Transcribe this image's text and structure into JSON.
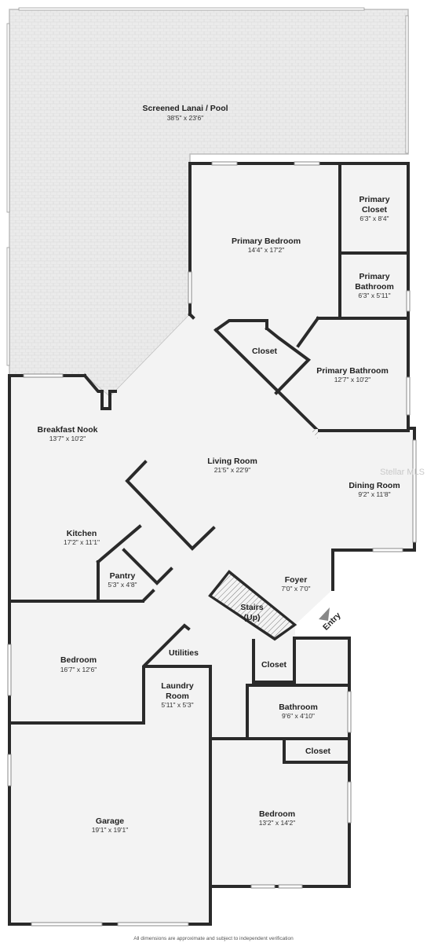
{
  "rooms": {
    "lanai": {
      "name": "Screened Lanai / Pool",
      "dims": "38'5\" x 23'6\""
    },
    "primary_bedroom": {
      "name": "Primary Bedroom",
      "dims": "14'4\" x 17'2\""
    },
    "primary_closet": {
      "name1": "Primary",
      "name2": "Closet",
      "dims": "6'3\" x 8'4\""
    },
    "primary_bath_small": {
      "name1": "Primary",
      "name2": "Bathroom",
      "dims": "6'3\" x 5'11\""
    },
    "closet_primary": {
      "name": "Closet"
    },
    "primary_bathroom": {
      "name": "Primary Bathroom",
      "dims": "12'7\" x 10'2\""
    },
    "breakfast_nook": {
      "name": "Breakfast Nook",
      "dims": "13'7\" x 10'2\""
    },
    "living_room": {
      "name": "Living Room",
      "dims": "21'5\" x 22'9\""
    },
    "dining_room": {
      "name": "Dining Room",
      "dims": "9'2\" x 11'8\""
    },
    "kitchen": {
      "name": "Kitchen",
      "dims": "17'2\" x 11'1\""
    },
    "pantry": {
      "name": "Pantry",
      "dims": "5'3\" x 4'8\""
    },
    "foyer": {
      "name": "Foyer",
      "dims": "7'0\" x 7'0\""
    },
    "stairs": {
      "name1": "Stairs",
      "name2": "(Up)"
    },
    "bedroom_left": {
      "name": "Bedroom",
      "dims": "16'7\" x 12'6\""
    },
    "utilities": {
      "name": "Utilities"
    },
    "laundry": {
      "name1": "Laundry",
      "name2": "Room",
      "dims": "5'11\" x 5'3\""
    },
    "closet_center": {
      "name": "Closet"
    },
    "bathroom": {
      "name": "Bathroom",
      "dims": "9'6\" x 4'10\""
    },
    "closet_right": {
      "name": "Closet"
    },
    "garage": {
      "name": "Garage",
      "dims": "19'1\" x 19'1\""
    },
    "bedroom_right": {
      "name": "Bedroom",
      "dims": "13'2\" x 14'2\""
    }
  },
  "entry_label": "Entry",
  "watermark": "Stellar MLS",
  "footer": "All dimensions are approximate and subject to independent verification",
  "colors": {
    "wall": "#2a2a2a",
    "floor": "#f2f2f2",
    "lanai": "#e9e9e9",
    "text": "#222222"
  }
}
